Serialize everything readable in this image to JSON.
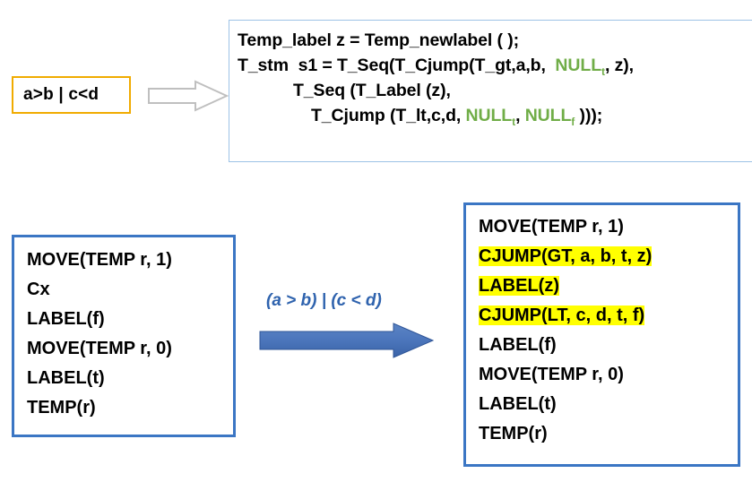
{
  "source_expression": {
    "text": "a>b | c<d",
    "border_color": "#f0ab00"
  },
  "transform_arrow_1": {
    "icon": "hollow-right-arrow",
    "color": "#bfbfbf"
  },
  "code_box": {
    "border_color": "#9dc3e6",
    "null_color": "#70ad47",
    "lines": [
      {
        "indent": 0,
        "parts": [
          {
            "text": "Temp_label z = Temp_newlabel ( );",
            "style": "plain"
          }
        ]
      },
      {
        "indent": 0,
        "parts": [
          {
            "text": "T_stm  s1 = T_Seq(T_Cjump(T_gt,a,b,  ",
            "style": "plain"
          },
          {
            "text": "NULL",
            "sub": "t",
            "style": "null"
          },
          {
            "text": ", z),",
            "style": "plain"
          }
        ]
      },
      {
        "indent": 1,
        "parts": [
          {
            "text": "T_Seq (T_Label (z),",
            "style": "plain"
          }
        ]
      },
      {
        "indent": 2,
        "parts": [
          {
            "text": "T_Cjump (T_lt,c,d, ",
            "style": "plain"
          },
          {
            "text": "NULL",
            "sub": "t",
            "style": "null"
          },
          {
            "text": ", ",
            "style": "plain"
          },
          {
            "text": "NULL",
            "sub": "f",
            "style": "null"
          },
          {
            "text": " )));",
            "style": "plain"
          }
        ]
      }
    ]
  },
  "left_listing": {
    "border_color": "#3b76c4",
    "lines": [
      "MOVE(TEMP r, 1)",
      "Cx",
      "LABEL(f)",
      "MOVE(TEMP r, 0)",
      "LABEL(t)",
      "TEMP(r)"
    ]
  },
  "transform_arrow_2": {
    "caption": "(a > b) | (c < d)",
    "caption_color": "#2f63ae",
    "icon": "solid-right-arrow",
    "color": "#4472c4"
  },
  "right_listing": {
    "border_color": "#3b76c4",
    "highlight_color": "#ffff00",
    "lines": [
      {
        "text": "MOVE(TEMP r, 1)",
        "highlighted": false
      },
      {
        "text": "CJUMP(GT, a, b, t, z)",
        "highlighted": true
      },
      {
        "text": "LABEL(z)",
        "highlighted": true
      },
      {
        "text": "CJUMP(LT, c, d, t, f)",
        "highlighted": true
      },
      {
        "text": "LABEL(f)",
        "highlighted": false
      },
      {
        "text": "MOVE(TEMP r, 0)",
        "highlighted": false
      },
      {
        "text": "LABEL(t)",
        "highlighted": false
      },
      {
        "text": "TEMP(r)",
        "highlighted": false
      }
    ]
  }
}
